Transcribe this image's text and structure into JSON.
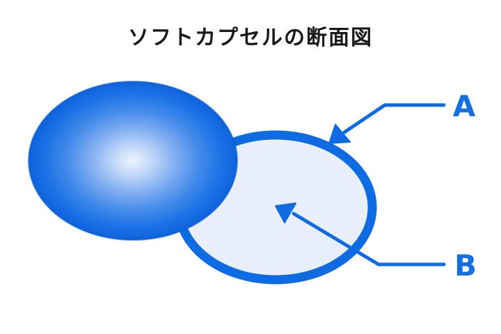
{
  "title": "ソフトカプセルの断面図",
  "labels": {
    "a": "A",
    "b": "B"
  },
  "colors": {
    "accent": "#0F6BE2",
    "label": "#1470E0",
    "shell_fill": "#E8EFFB",
    "body_rim": "#0B5BD1",
    "ink": "#1A1A1A",
    "background": "#FFFFFF"
  },
  "capsule_gradient": {
    "stops": [
      "#EDF4FE",
      "#C2D8F9",
      "#7EACF1",
      "#4189EA",
      "#1B72E5",
      "#0E63DB"
    ]
  }
}
